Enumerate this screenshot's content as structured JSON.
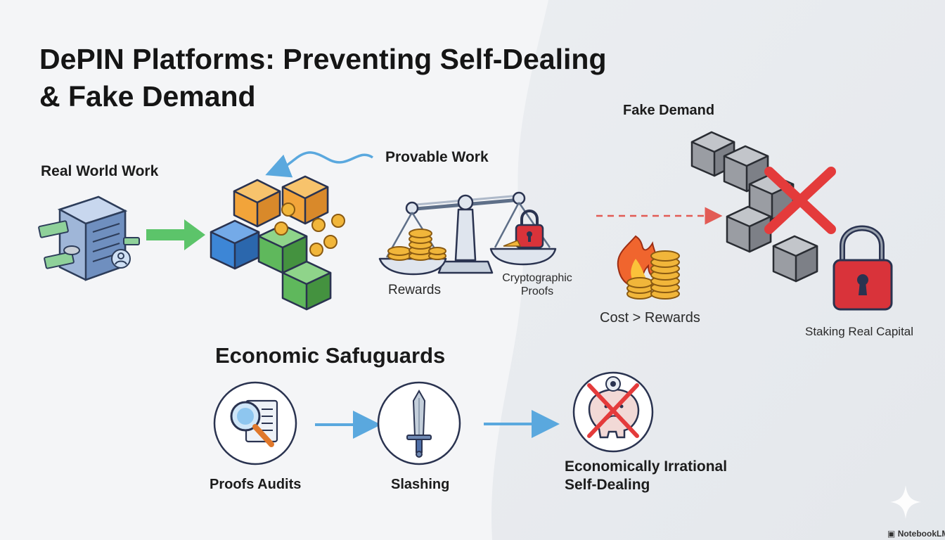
{
  "title_line1": "DePIN Platforms: Preventing Self-Dealing",
  "title_line2": "& Fake Demand",
  "labels": {
    "real_world_work": "Real World Work",
    "provable_work": "Provable Work",
    "rewards": "Rewards",
    "crypto_proofs_line1": "Cryptographic",
    "crypto_proofs_line2": "Proofs",
    "fake_demand": "Fake Demand",
    "cost_rewards": "Cost > Rewards",
    "staking_real_capital": "Staking Real Capital"
  },
  "safeguards": {
    "heading": "Economic Safuguards",
    "proofs_audits": "Proofs Audits",
    "slashing": "Slashing",
    "irrational_line1": "Economically Irrational",
    "irrational_line2": "Self-Dealing"
  },
  "brand": "NotebookLM",
  "colors": {
    "green_arrow": "#5cc46a",
    "blue_arrow": "#5aa8de",
    "red_x": "#e43b3b",
    "lock_red": "#d9333a",
    "dashed_red": "#e25b55"
  }
}
